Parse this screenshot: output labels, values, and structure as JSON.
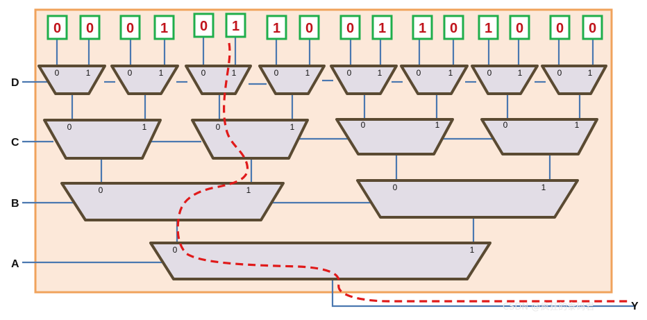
{
  "inputs": [
    "0",
    "0",
    "0",
    "1",
    "0",
    "1",
    "1",
    "0",
    "0",
    "1",
    "1",
    "0",
    "1",
    "0",
    "0",
    "0"
  ],
  "mux_labels": {
    "left": "0",
    "right": "1"
  },
  "selects": {
    "d": "D",
    "c": "C",
    "b": "B",
    "a": "A"
  },
  "output": "Y",
  "watermark": "CSDN @疯狂的泰码君",
  "colors": {
    "panel_fill": "#fce8d9",
    "panel_border": "#f0a35c",
    "bit_border": "#1fae4b",
    "bit_text": "#c0131b",
    "wire": "#4a78b0",
    "path": "#e01a1a"
  }
}
